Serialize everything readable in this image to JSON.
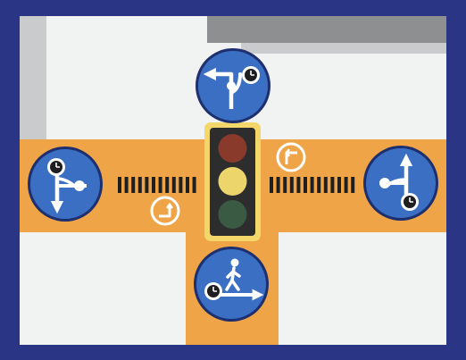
{
  "colors": {
    "frame": "#2b3585",
    "ground": "#f1f2f2",
    "curb": "#c9cbcc",
    "dark_block": "#8e8f90",
    "road": "#eea447",
    "stripe": "#1f1f22",
    "sign_blue": "#3b6fc4",
    "sign_rim": "#1d2f6e",
    "light_housing": "#2d2d2d",
    "light_border": "#f3d76a",
    "lamp_red": "#8a3a2a",
    "lamp_yellow": "#ecd66b",
    "lamp_green": "#3b5a44",
    "white": "#ffffff"
  },
  "signs": {
    "top": {
      "icon": "left-turn-with-clock-icon"
    },
    "left": {
      "icon": "left-down-with-clock-icon"
    },
    "right": {
      "icon": "right-up-with-clock-icon"
    },
    "bottom": {
      "icon": "pedestrian-with-clock-icon"
    }
  },
  "road_markers": {
    "right_marker": {
      "icon": "u-turn-circle-icon"
    },
    "left_marker": {
      "icon": "u-turn-circle-icon"
    }
  },
  "traffic_light": {
    "lamps": [
      "red",
      "yellow",
      "green"
    ],
    "active_lamp": "yellow"
  }
}
